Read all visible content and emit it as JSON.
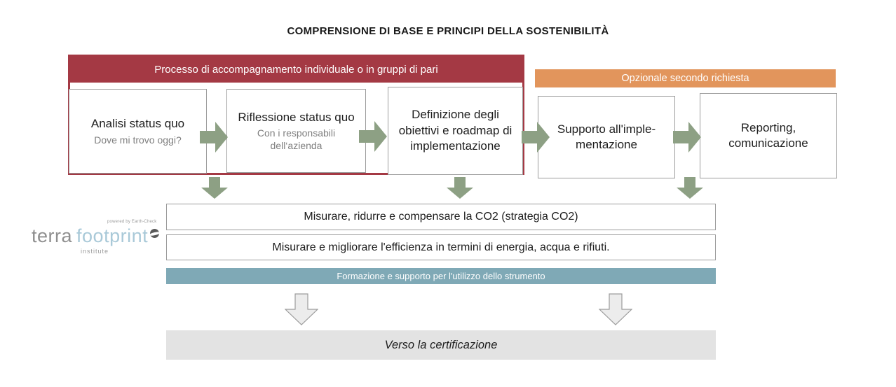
{
  "title": "COMPRENSIONE DI BASE E PRINCIPI DELLA SOSTENIBILITÀ",
  "colors": {
    "red": "#A43944",
    "orange": "#E2955C",
    "green": "#8DA084",
    "blue": "#7FA9B6",
    "lightgray": "#E3E3E3"
  },
  "process_band": {
    "label": "Processo di accompagnamento individuale o in gruppi di pari"
  },
  "optional_band": {
    "label": "Opzionale secondo richiesta"
  },
  "steps": [
    {
      "title": "Analisi status quo",
      "subtitle": "Dove mi trovo oggi?"
    },
    {
      "title": "Riflessione status quo",
      "subtitle": "Con i responsabili dell‘azienda"
    },
    {
      "title": "Definizione degli obiettivi e roadmap di implementazione",
      "subtitle": ""
    },
    {
      "title": "Supporto all'imple- mentazione",
      "subtitle": ""
    },
    {
      "title": "Reporting, comunicazione",
      "subtitle": ""
    }
  ],
  "bands": {
    "co2": "Misurare, ridurre e compensare la CO2 (strategia CO2)",
    "efficiency": "Misurare e migliorare l'efficienza in termini di energia, acqua e rifiuti.",
    "training": "Formazione e supporto per l'utilizzo dello strumento",
    "certification": "Verso la certificazione"
  },
  "logo": {
    "terra": "terra",
    "footprint": "footprint",
    "institute": "institute",
    "powered_by": "powered by Earth-Check"
  }
}
